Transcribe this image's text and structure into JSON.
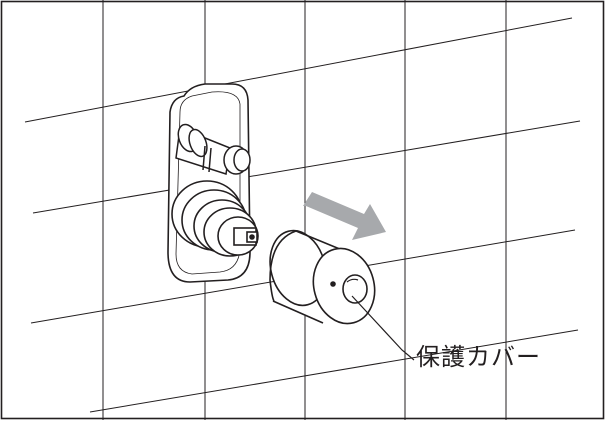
{
  "callout": {
    "label": "保護カバー"
  },
  "colors": {
    "line": "#231f20",
    "arrow_fill": "#a7a9ac",
    "background": "#ffffff"
  },
  "parts": [
    "tile-wall",
    "wall-recess",
    "valve-spindle",
    "valve-body",
    "protective-cover",
    "removal-arrow"
  ]
}
